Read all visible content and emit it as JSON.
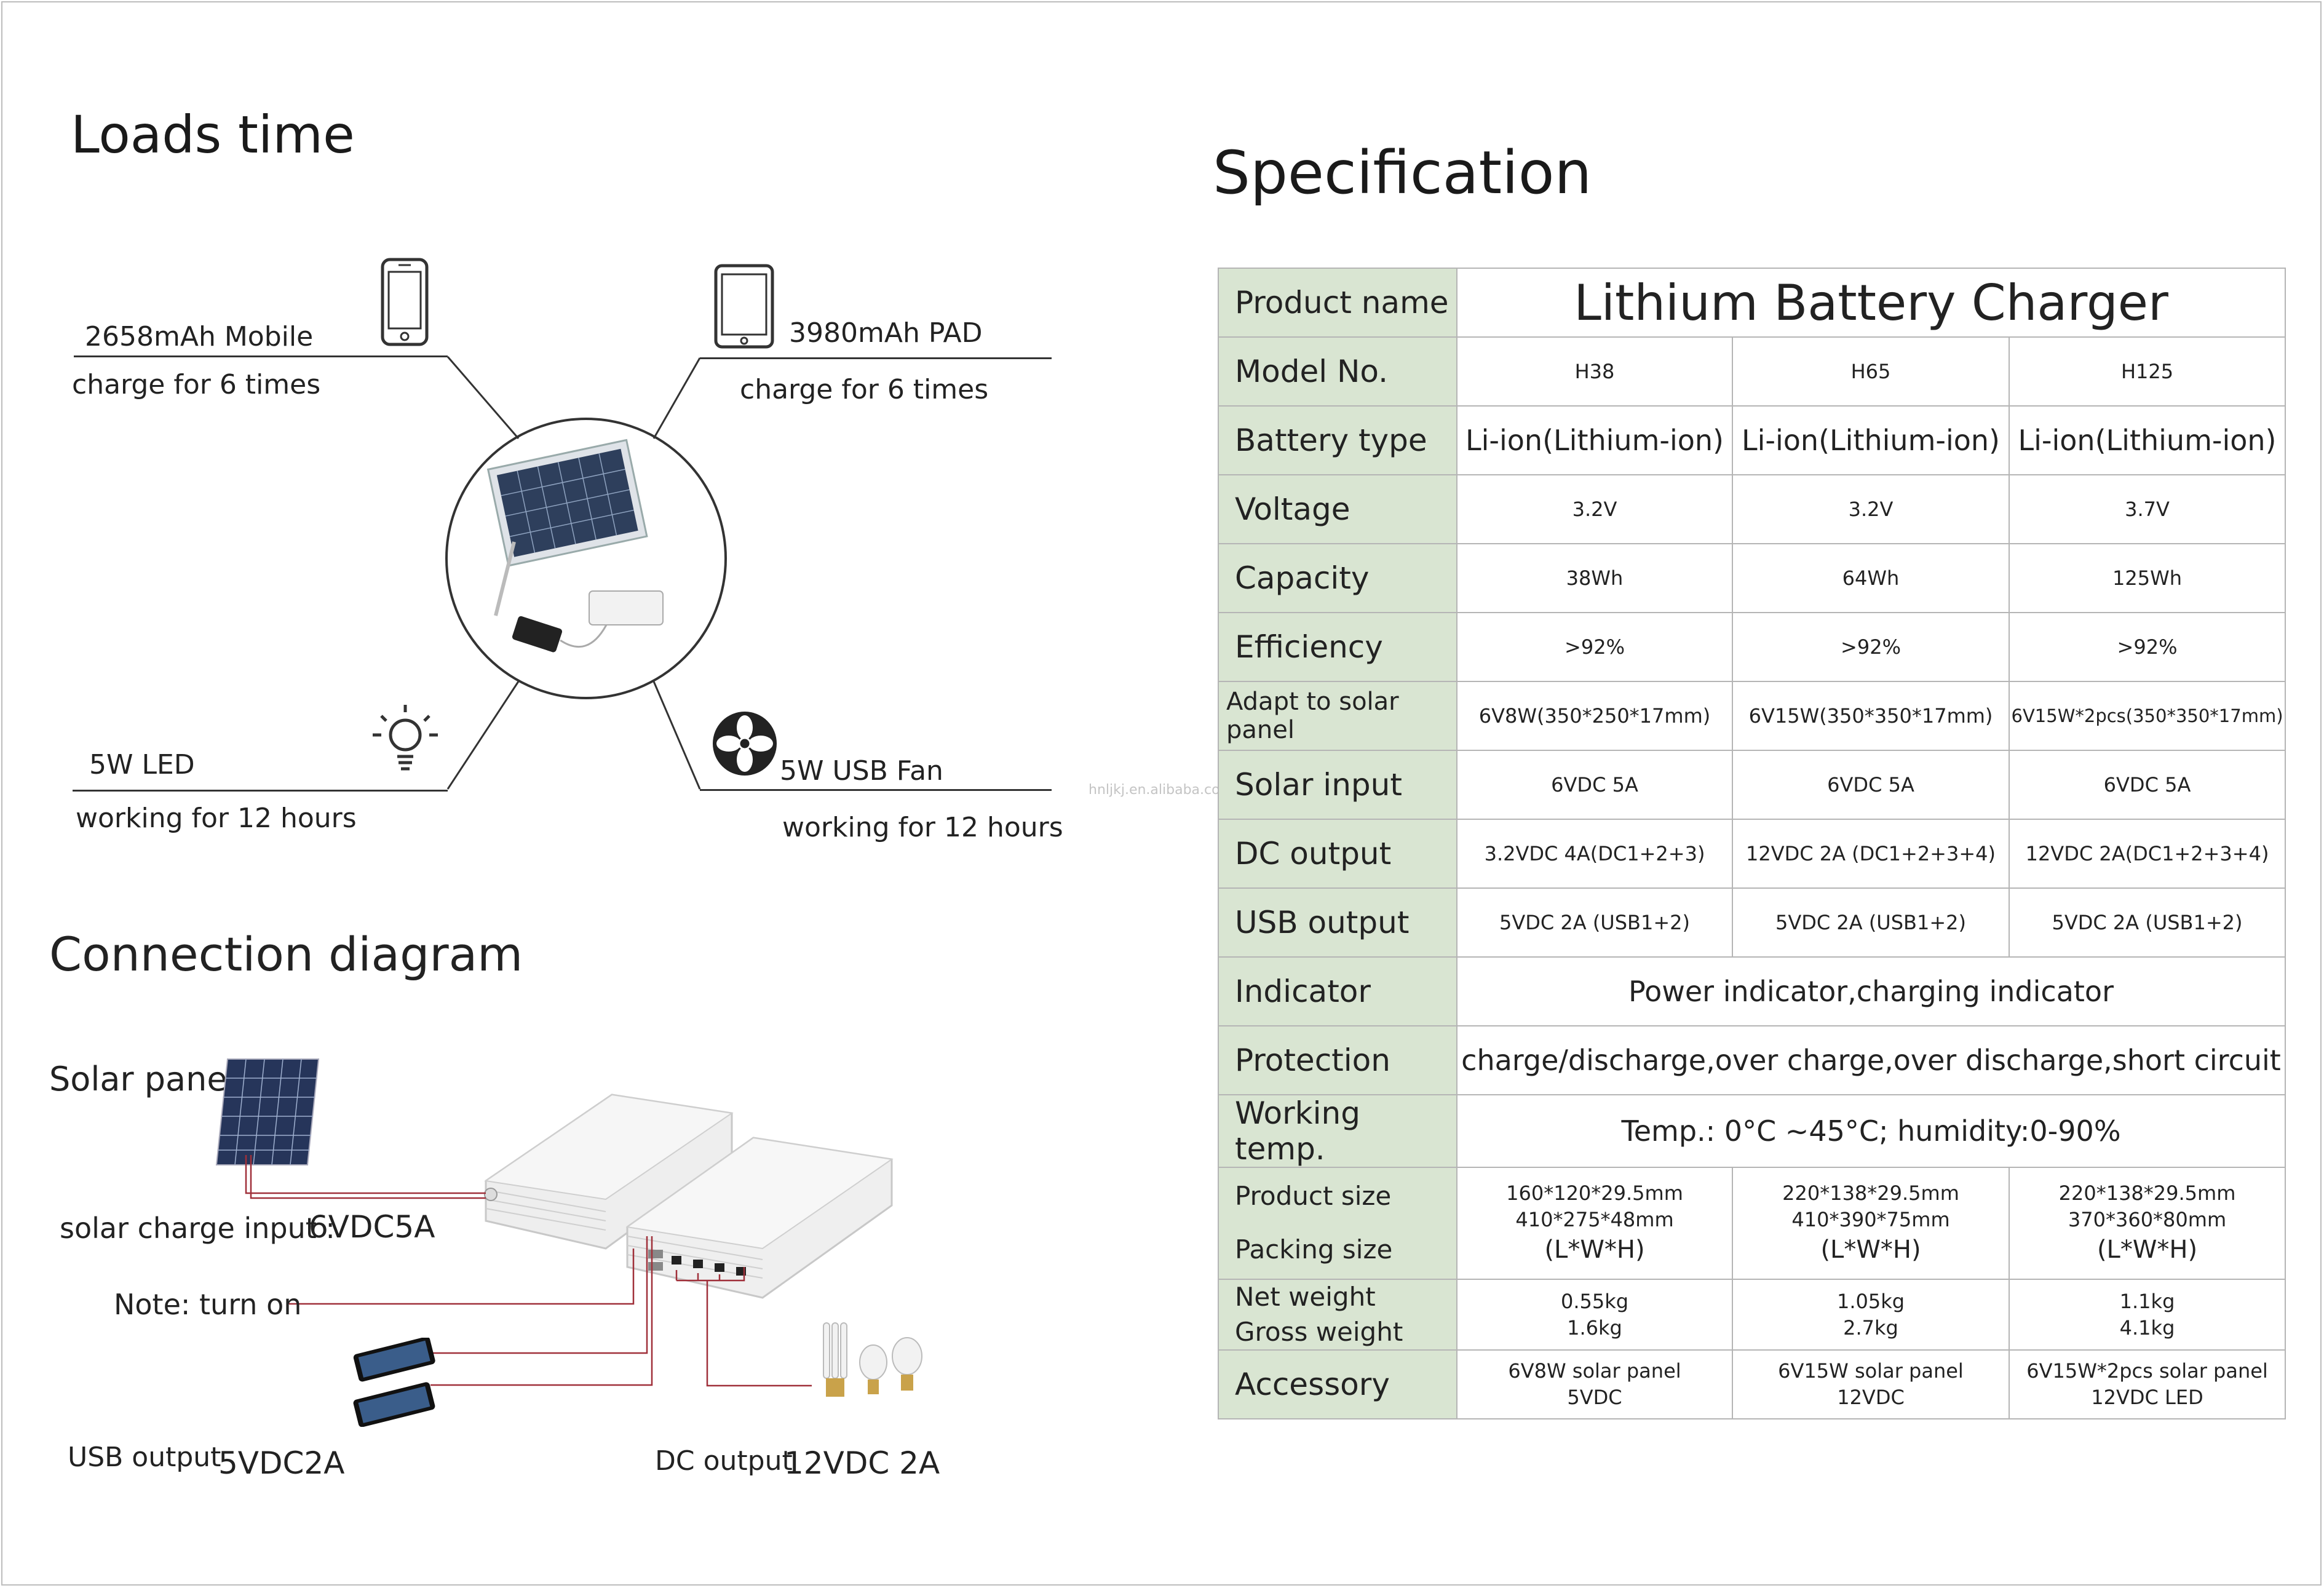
{
  "loads": {
    "title": "Loads time",
    "mobile": {
      "capacity": "2658mAh",
      "device": "Mobile",
      "note": "charge for 6 times"
    },
    "pad": {
      "capacity": "3980mAh",
      "device": "PAD",
      "note": "charge for 6 times"
    },
    "led": {
      "label": "5W LED",
      "note": "working for 12 hours"
    },
    "fan": {
      "label": "5W USB Fan",
      "note": "working for 12 hours"
    }
  },
  "connection": {
    "title": "Connection diagram",
    "solar_panel": "Solar panel",
    "solar_input_label": "solar charge input :",
    "solar_input_value": "6VDC5A",
    "note": "Note: turn on",
    "usb_label": "USB output",
    "usb_value": "5VDC2A",
    "dc_label": "DC output",
    "dc_value": "12VDC 2A"
  },
  "watermark": "hnljkj.en.alibaba.com",
  "spec": {
    "title": "Specification",
    "product_name_label": "Product name",
    "product_name": "Lithium Battery Charger",
    "rows": [
      {
        "label": "Model No.",
        "values": [
          "H38",
          "H65",
          "H125"
        ]
      },
      {
        "label": "Battery type",
        "values": [
          "Li-ion(Lithium-ion)",
          "Li-ion(Lithium-ion)",
          "Li-ion(Lithium-ion)"
        ]
      },
      {
        "label": "Voltage",
        "values": [
          "3.2V",
          "3.2V",
          "3.7V"
        ]
      },
      {
        "label": "Capacity",
        "values": [
          "38Wh",
          "64Wh",
          "125Wh"
        ]
      },
      {
        "label": "Efficiency",
        "values": [
          ">92%",
          ">92%",
          ">92%"
        ]
      },
      {
        "label": "Adapt to solar panel",
        "values": [
          "6V8W(350*250*17mm)",
          "6V15W(350*350*17mm)",
          "6V15W*2pcs(350*350*17mm)"
        ]
      },
      {
        "label": "Solar input",
        "values": [
          "6VDC 5A",
          "6VDC 5A",
          "6VDC 5A"
        ]
      },
      {
        "label": "DC output",
        "values": [
          "3.2VDC 4A(DC1+2+3)",
          "12VDC 2A (DC1+2+3+4)",
          "12VDC 2A(DC1+2+3+4)"
        ]
      },
      {
        "label": "USB output",
        "values": [
          "5VDC 2A (USB1+2)",
          "5VDC 2A (USB1+2)",
          "5VDC 2A (USB1+2)"
        ]
      }
    ],
    "indicator_label": "Indicator",
    "indicator": "Power indicator,charging indicator",
    "protection_label": "Protection",
    "protection": "charge/discharge,over charge,over discharge,short circuit",
    "working_temp_label": "Working temp.",
    "working_temp": "Temp.: 0°C ~45°C; humidity:0-90%",
    "size_labels": [
      "Product size",
      "Packing size"
    ],
    "sizes": [
      [
        "160*120*29.5mm",
        "410*275*48mm",
        "(L*W*H)"
      ],
      [
        "220*138*29.5mm",
        "410*390*75mm",
        "(L*W*H)"
      ],
      [
        "220*138*29.5mm",
        "370*360*80mm",
        "(L*W*H)"
      ]
    ],
    "weight_labels": [
      "Net weight",
      "Gross weight"
    ],
    "weights": [
      [
        "0.55kg",
        "1.6kg"
      ],
      [
        "1.05kg",
        "2.7kg"
      ],
      [
        "1.1kg",
        "4.1kg"
      ]
    ],
    "accessory_label": "Accessory",
    "accessories": [
      [
        "6V8W solar panel",
        "5VDC"
      ],
      [
        "6V15W solar panel",
        "12VDC"
      ],
      [
        "6V15W*2pcs solar panel",
        "12VDC LED"
      ]
    ]
  }
}
